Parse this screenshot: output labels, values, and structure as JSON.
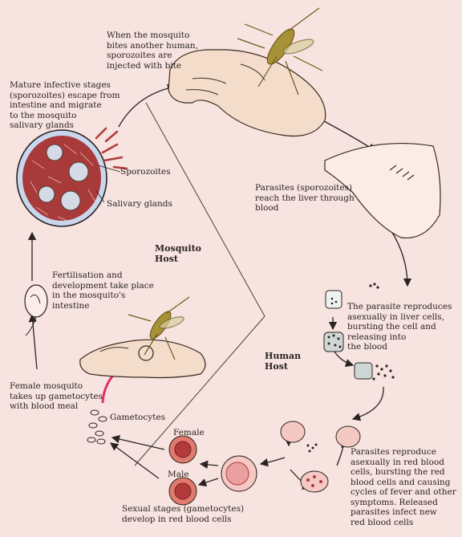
{
  "labels": {
    "bite": "When the mosquito\nbites another human,\nsporozoites are\ninjected with bite",
    "mature": "Mature infective stages\n(sporozoites) escape from\nintestine and migrate\nto the mosquito\nsalivary glands",
    "sporozoites": "Sporozoites",
    "salivary_glands": "Salivary glands",
    "liver": "Parasites (sporozoites)\nreach the liver through\nblood",
    "mosquito_host": "Mosquito\nHost",
    "fertilisation": "Fertilisation and\ndevelopment take place\nin the mosquito's\nintestine",
    "liver_repro": "The parasite reproduces\nasexually in liver cells,\nbursting the cell and\nreleasing into\nthe blood",
    "human_host": "Human\nHost",
    "female_mosquito": "Female mosquito\ntakes up gametocytes\nwith blood meal",
    "gametocytes": "Gametocytes",
    "female": "Female",
    "male": "Male",
    "rbc_repro": "Parasites reproduce\nasexually in red blood\ncells, bursting the red\nblood cells and causing\ncycles of fever and other\nsymptoms. Released\nparasites infect new\nred blood cells",
    "sexual": "Sexual stages (gametocytes)\ndevelop in red blood cells"
  },
  "colors": {
    "background": "#f7e3df",
    "ink": "#2a2420",
    "blood": "#b23a3a",
    "pink_arrow": "#e0306a",
    "mosquito": "#8a7a2a"
  }
}
